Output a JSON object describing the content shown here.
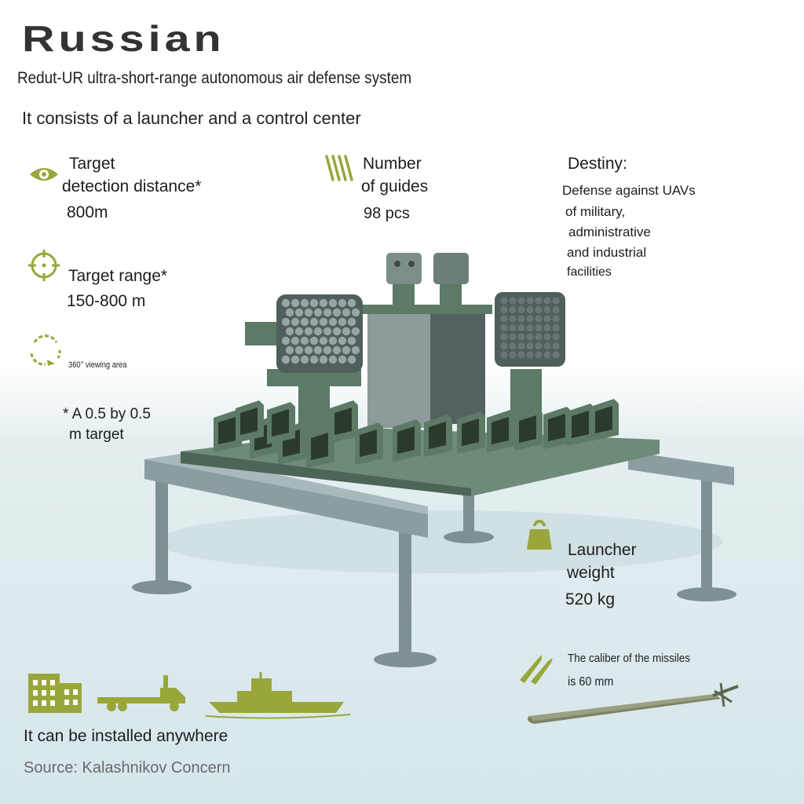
{
  "title": "Russian",
  "subtitle": "Redut-UR ultra-short-range autonomous air defense system",
  "lead": "It consists of a launcher and a control center",
  "detection": {
    "line1": "Target",
    "line2": "detection distance*",
    "value": "800m"
  },
  "guides": {
    "line1": "Number",
    "line2": "of guides",
    "value": "98 pcs"
  },
  "destiny": {
    "heading": "Destiny:",
    "lines": [
      "Defense against UAVs",
      "of military,",
      "administrative",
      "and industrial",
      "facilities"
    ]
  },
  "range": {
    "label": "Target range*",
    "value": "150-800 m"
  },
  "viewing_area": "360° viewing area",
  "footnote": {
    "line1": "* A 0.5 by 0.5",
    "line2": "m target"
  },
  "weight": {
    "line1": "Launcher",
    "line2": "weight",
    "value": "520 kg"
  },
  "caliber": {
    "line1": "The caliber of the missiles",
    "line2": "is 60 mm"
  },
  "installed": "It can be installed anywhere",
  "source": "Source: Kalashnikov Concern",
  "colors": {
    "accent": "#9aa63a",
    "equipment": "#5c7a66",
    "equipment_dark": "#3c5246",
    "legs": "#7f9092"
  }
}
